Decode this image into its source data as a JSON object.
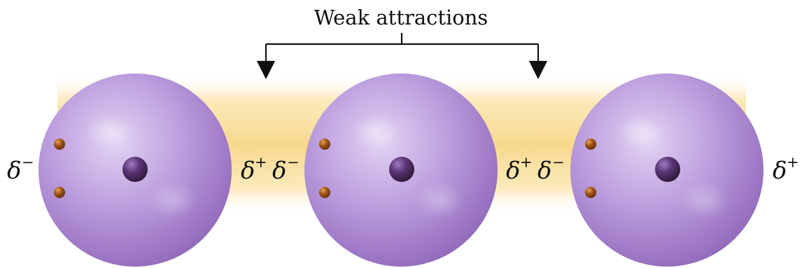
{
  "diagram": {
    "title": "Weak attractions",
    "colors": {
      "glow": "#f8de96",
      "atom_light": "#d7c1ec",
      "atom_mid": "#b596d8",
      "atom_dark": "#8f6bb8",
      "nucleus": "#4d2c63",
      "electron": "#9b5310",
      "arrow": "#111111"
    },
    "charges": [
      {
        "symbol": "δ",
        "sign": "−"
      },
      {
        "symbol": "δ",
        "sign": "+"
      },
      {
        "symbol": "δ",
        "sign": "−"
      },
      {
        "symbol": "δ",
        "sign": "+"
      },
      {
        "symbol": "δ",
        "sign": "−"
      },
      {
        "symbol": "δ",
        "sign": "+"
      }
    ]
  }
}
